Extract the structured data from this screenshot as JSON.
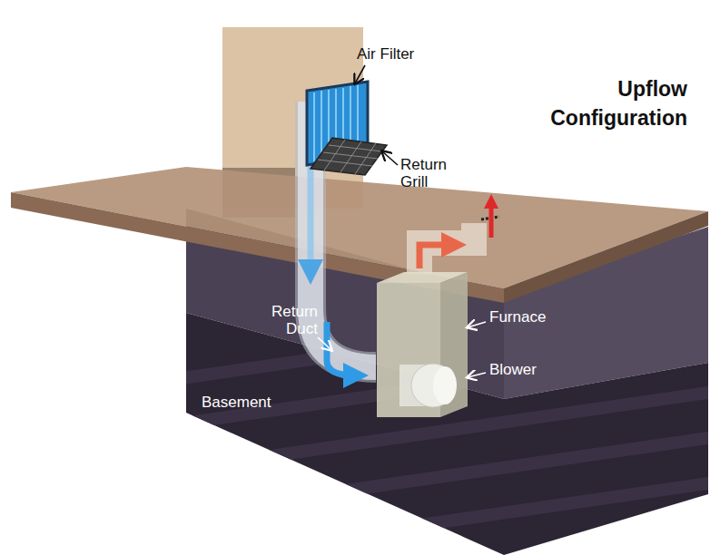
{
  "diagram": {
    "title": "Upflow Configuration",
    "labels": [
      "Air Filter",
      "Return Grill",
      "Return Duct",
      "Furnace",
      "Blower",
      "Basement"
    ]
  }
}
